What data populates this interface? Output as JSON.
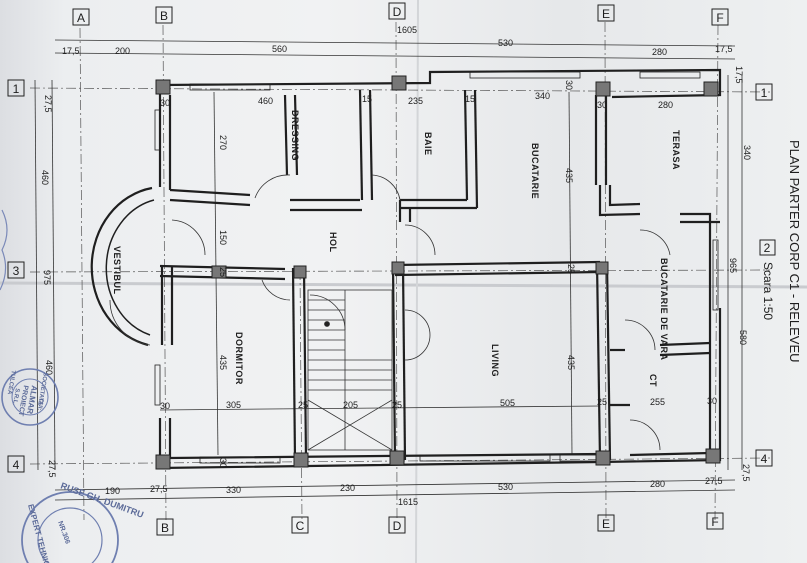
{
  "title": {
    "main": "PLAN PARTER CORP C1 - RELEVEU",
    "sheet_number": "2",
    "scale": "Scara 1:50"
  },
  "axes": {
    "top": [
      "A",
      "B",
      "D",
      "E",
      "F"
    ],
    "bottom": [
      "B",
      "C",
      "D",
      "E",
      "F"
    ],
    "left": [
      "1",
      "3",
      "4"
    ],
    "right": [
      "1",
      "4"
    ]
  },
  "rooms": [
    {
      "name": "DRESSING"
    },
    {
      "name": "BAIE"
    },
    {
      "name": "BUCATARIE"
    },
    {
      "name": "TERASA"
    },
    {
      "name": "HOL"
    },
    {
      "name": "VESTIBUL"
    },
    {
      "name": "DORMITOR"
    },
    {
      "name": "LIVING"
    },
    {
      "name": "BUCATARIE DE VARA"
    },
    {
      "name": "CT"
    }
  ],
  "dims_top_outer": [
    "17,5",
    "200",
    "560",
    "530",
    "280",
    "17,5"
  ],
  "dims_top_total": "1605",
  "dims_top_inner": [
    "30",
    "460",
    "15",
    "235",
    "15",
    "340",
    "30",
    "280"
  ],
  "dims_bottom_outer": [
    "190",
    "27,5",
    "330",
    "230",
    "530",
    "280",
    "27,5"
  ],
  "dims_bottom_total": "1615",
  "dims_bottom_inner": [
    "30",
    "305",
    "25",
    "205",
    "25",
    "505",
    "25",
    "255",
    "30"
  ],
  "dims_left": [
    "27,5",
    "460",
    "975",
    "460",
    "27,5"
  ],
  "dims_right": [
    "17,5",
    "340",
    "965",
    "580",
    "27,5"
  ],
  "dims_vertical": [
    "270",
    "150",
    "435",
    "30",
    "435",
    "435",
    "25",
    "25",
    "30"
  ],
  "stamp": {
    "company_lines": [
      "SOCIETATE",
      "ALMAR",
      "PROIECT",
      "S.R.L.",
      "CUI:",
      "TULCEA"
    ],
    "expert_lines": [
      "RUSE GH. DUMITRU",
      "NR.306",
      "EXPERT TEHNIC"
    ]
  },
  "colors": {
    "ink": "#1d1d1d",
    "paper": "#eef0f1",
    "stamp": "#6f7fb0"
  }
}
